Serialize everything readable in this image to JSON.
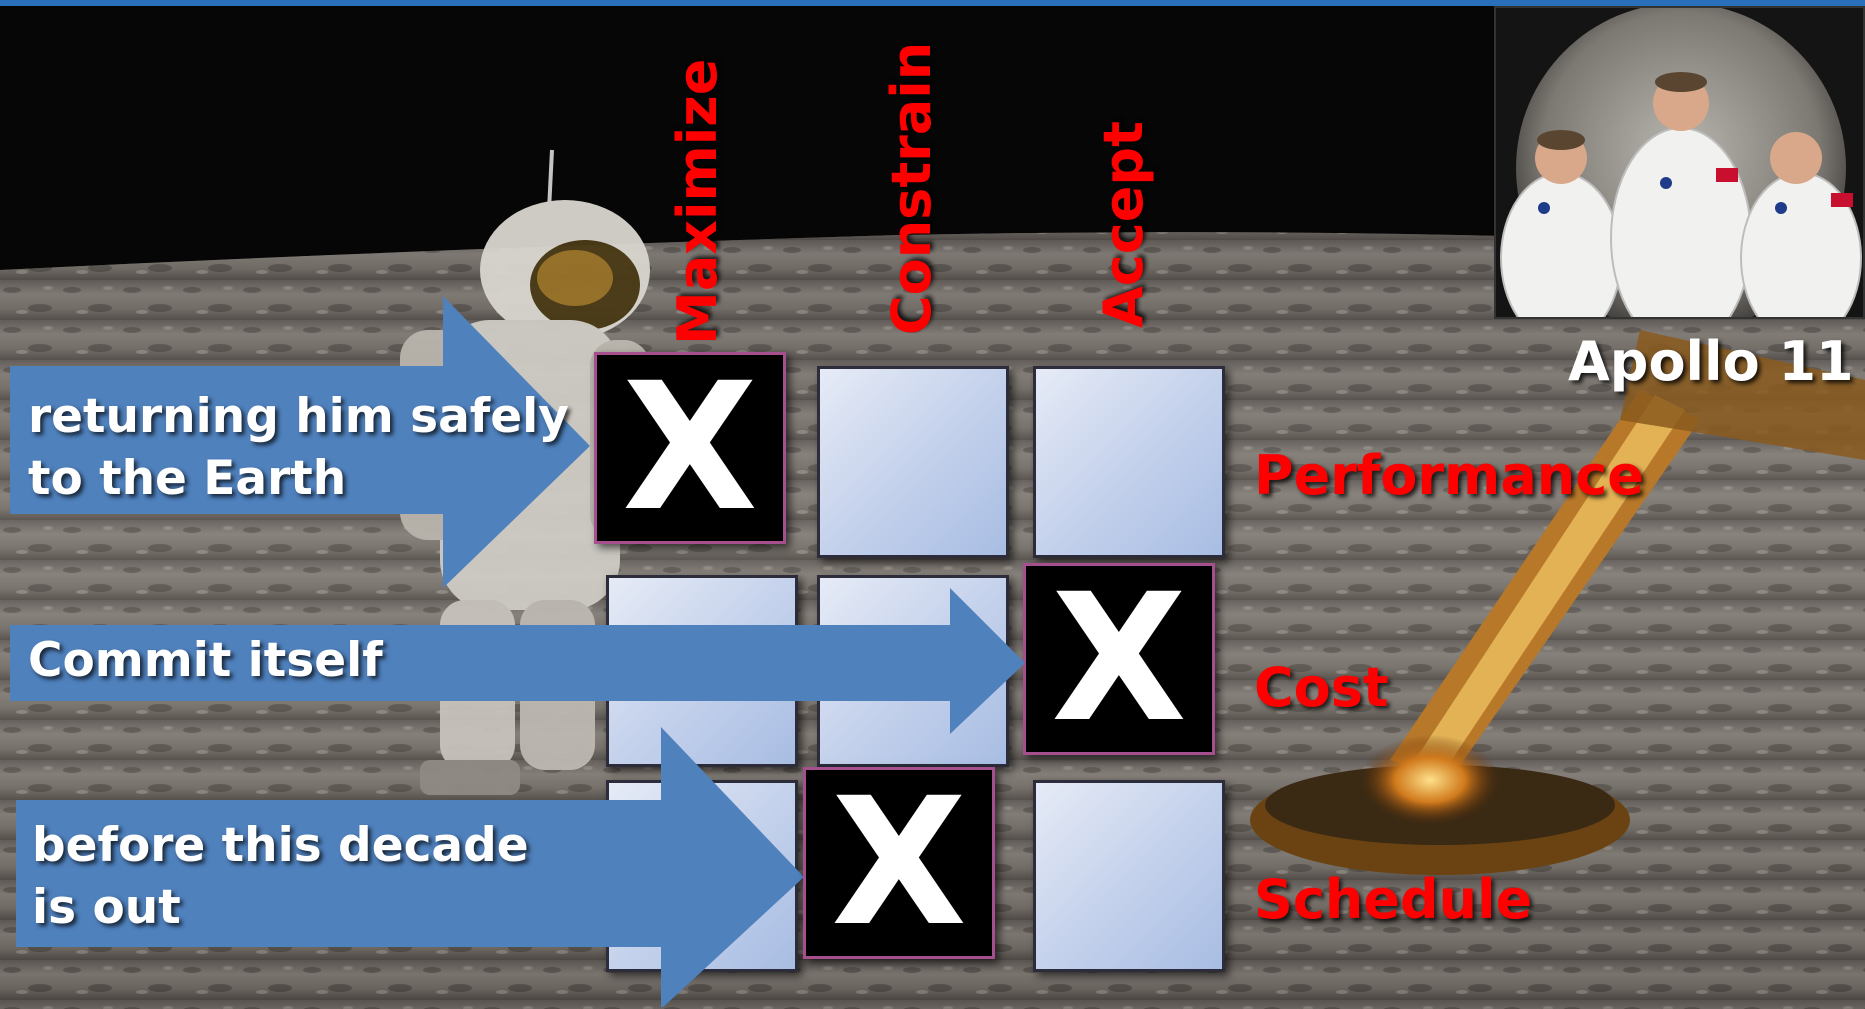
{
  "photo_caption": "Apollo 11",
  "columns": [
    "Maximize",
    "Constrain",
    "Accept"
  ],
  "rows": [
    "Performance",
    "Cost",
    "Schedule"
  ],
  "grid": [
    [
      "X",
      "",
      ""
    ],
    [
      "",
      "",
      "X"
    ],
    [
      "",
      "X",
      ""
    ]
  ],
  "arrows": [
    {
      "line1": "returning him safely",
      "line2": "to the Earth"
    },
    {
      "line1": "Commit itself",
      "line2": ""
    },
    {
      "line1": "before this decade",
      "line2": "is out"
    }
  ],
  "colors": {
    "label_red": "#ff0000",
    "arrow_blue": "#4f81bd",
    "mark_border": "#a54f8f",
    "cell_light": "#c5d2ec"
  }
}
